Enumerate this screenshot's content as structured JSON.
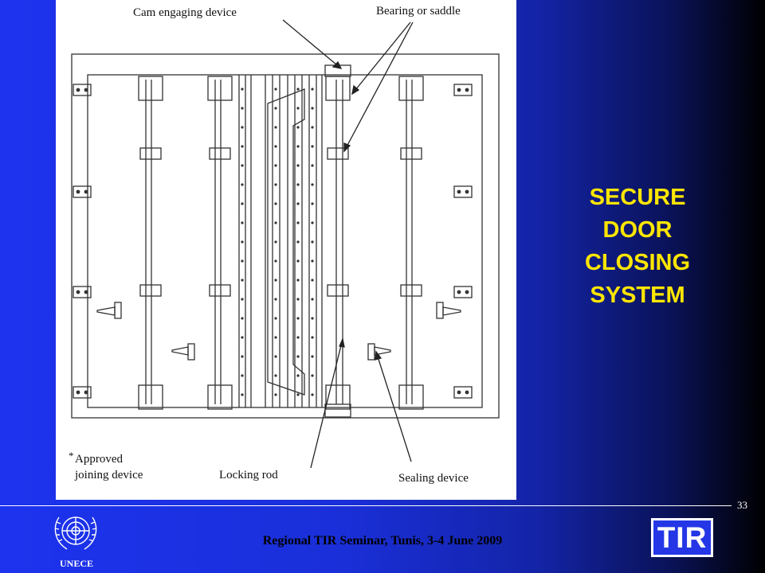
{
  "diagram": {
    "labels": {
      "cam": "Cam engaging device",
      "bearing": "Bearing or saddle",
      "joining_line1": "Approved",
      "joining_line2": "joining device",
      "locking_rod": "Locking rod",
      "sealing": "Sealing device"
    },
    "asterisk": "*"
  },
  "title_lines": [
    "SECURE",
    "DOOR",
    "CLOSING",
    "SYSTEM"
  ],
  "footer": {
    "page_number": "33",
    "seminar": "Regional TIR Seminar, Tunis, 3-4 June 2009",
    "org": "UNECE",
    "logo_text": "TIR"
  },
  "colors": {
    "title": "#ffe600",
    "background_left": "#1d33ee",
    "background_right": "#000000"
  },
  "icons": [
    "un-emblem-icon",
    "tir-logo"
  ]
}
